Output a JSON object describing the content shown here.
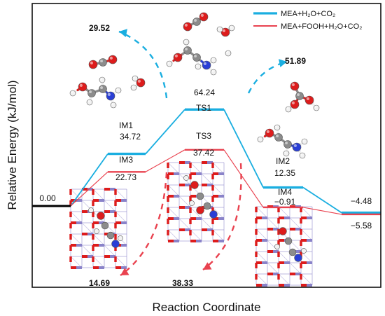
{
  "chart_data": {
    "type": "line",
    "xlabel": "Reaction Coordinate",
    "ylabel": "Relative Energy (kJ/mol)",
    "ylim": [
      -15,
      82
    ],
    "legend_position": "top-right",
    "grid": false,
    "series": [
      {
        "name": "MEA+H₂O+CO₂",
        "color": "#1aaee0",
        "states": [
          {
            "label": "",
            "value": 0.0,
            "value_text": "0.00"
          },
          {
            "label": "IM1",
            "value": 34.72,
            "value_text": "34.72"
          },
          {
            "label": "TS1",
            "value": 64.24,
            "value_text": "64.24"
          },
          {
            "label": "IM2",
            "value": 12.35,
            "value_text": "12.35"
          },
          {
            "label": "",
            "value": -4.48,
            "value_text": "−4.48"
          }
        ]
      },
      {
        "name": "MEA+FOOH+H₂O+CO₂",
        "color": "#e9424f",
        "states": [
          {
            "label": "",
            "value": 0.0,
            "value_text": "0.00"
          },
          {
            "label": "IM3",
            "value": 22.73,
            "value_text": "22.73"
          },
          {
            "label": "TS3",
            "value": 37.42,
            "value_text": "37.42"
          },
          {
            "label": "IM4",
            "value": -0.91,
            "value_text": "−0.91"
          },
          {
            "label": "",
            "value": -5.58,
            "value_text": "−5.58"
          }
        ]
      }
    ],
    "barriers": [
      {
        "series": "MEA+H₂O+CO₂",
        "value": "29.52"
      },
      {
        "series": "MEA+H₂O+CO₂",
        "value": "51.89"
      },
      {
        "series": "MEA+FOOH+H₂O+CO₂",
        "value": "14.69"
      },
      {
        "series": "MEA+FOOH+H₂O+CO₂",
        "value": "38.33"
      }
    ]
  },
  "colors": {
    "axis": "#111111",
    "start_level": "#000000",
    "atom_oxygen": "#dd1c1c",
    "atom_carbon": "#8c8c8c",
    "atom_nitrogen": "#2a3fd6",
    "atom_hydrogen": "#f2f2f2",
    "framework": "#8a83c9"
  }
}
